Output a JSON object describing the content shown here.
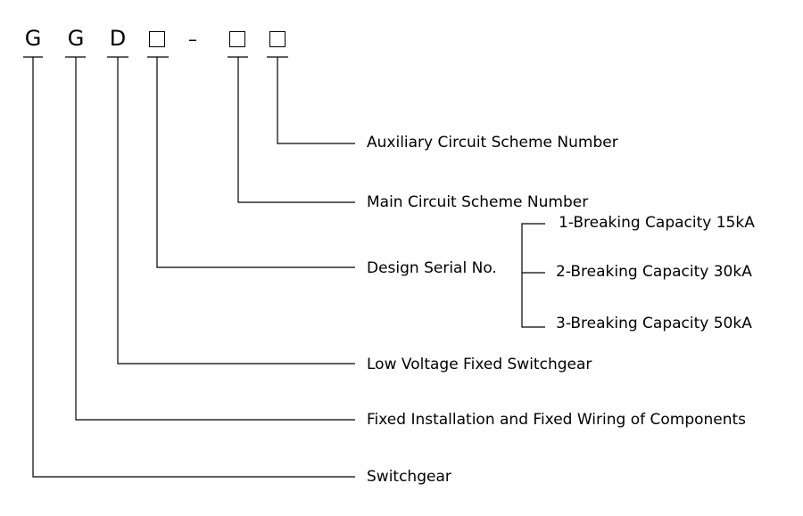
{
  "model_code": {
    "letters": [
      "G",
      "G",
      "D"
    ],
    "separator": "–"
  },
  "labels": {
    "auxiliary_circuit": "Auxiliary Circuit Scheme Number",
    "main_circuit": "Main Circuit Scheme Number",
    "design_serial": "Design Serial No.",
    "breaking_1": "1-Breaking Capacity 15kA",
    "breaking_2": "2-Breaking Capacity 30kA",
    "breaking_3": "3-Breaking Capacity 50kA",
    "low_voltage": "Low Voltage Fixed Switchgear",
    "fixed_installation": "Fixed Installation and Fixed Wiring of Components",
    "switchgear": "Switchgear"
  }
}
